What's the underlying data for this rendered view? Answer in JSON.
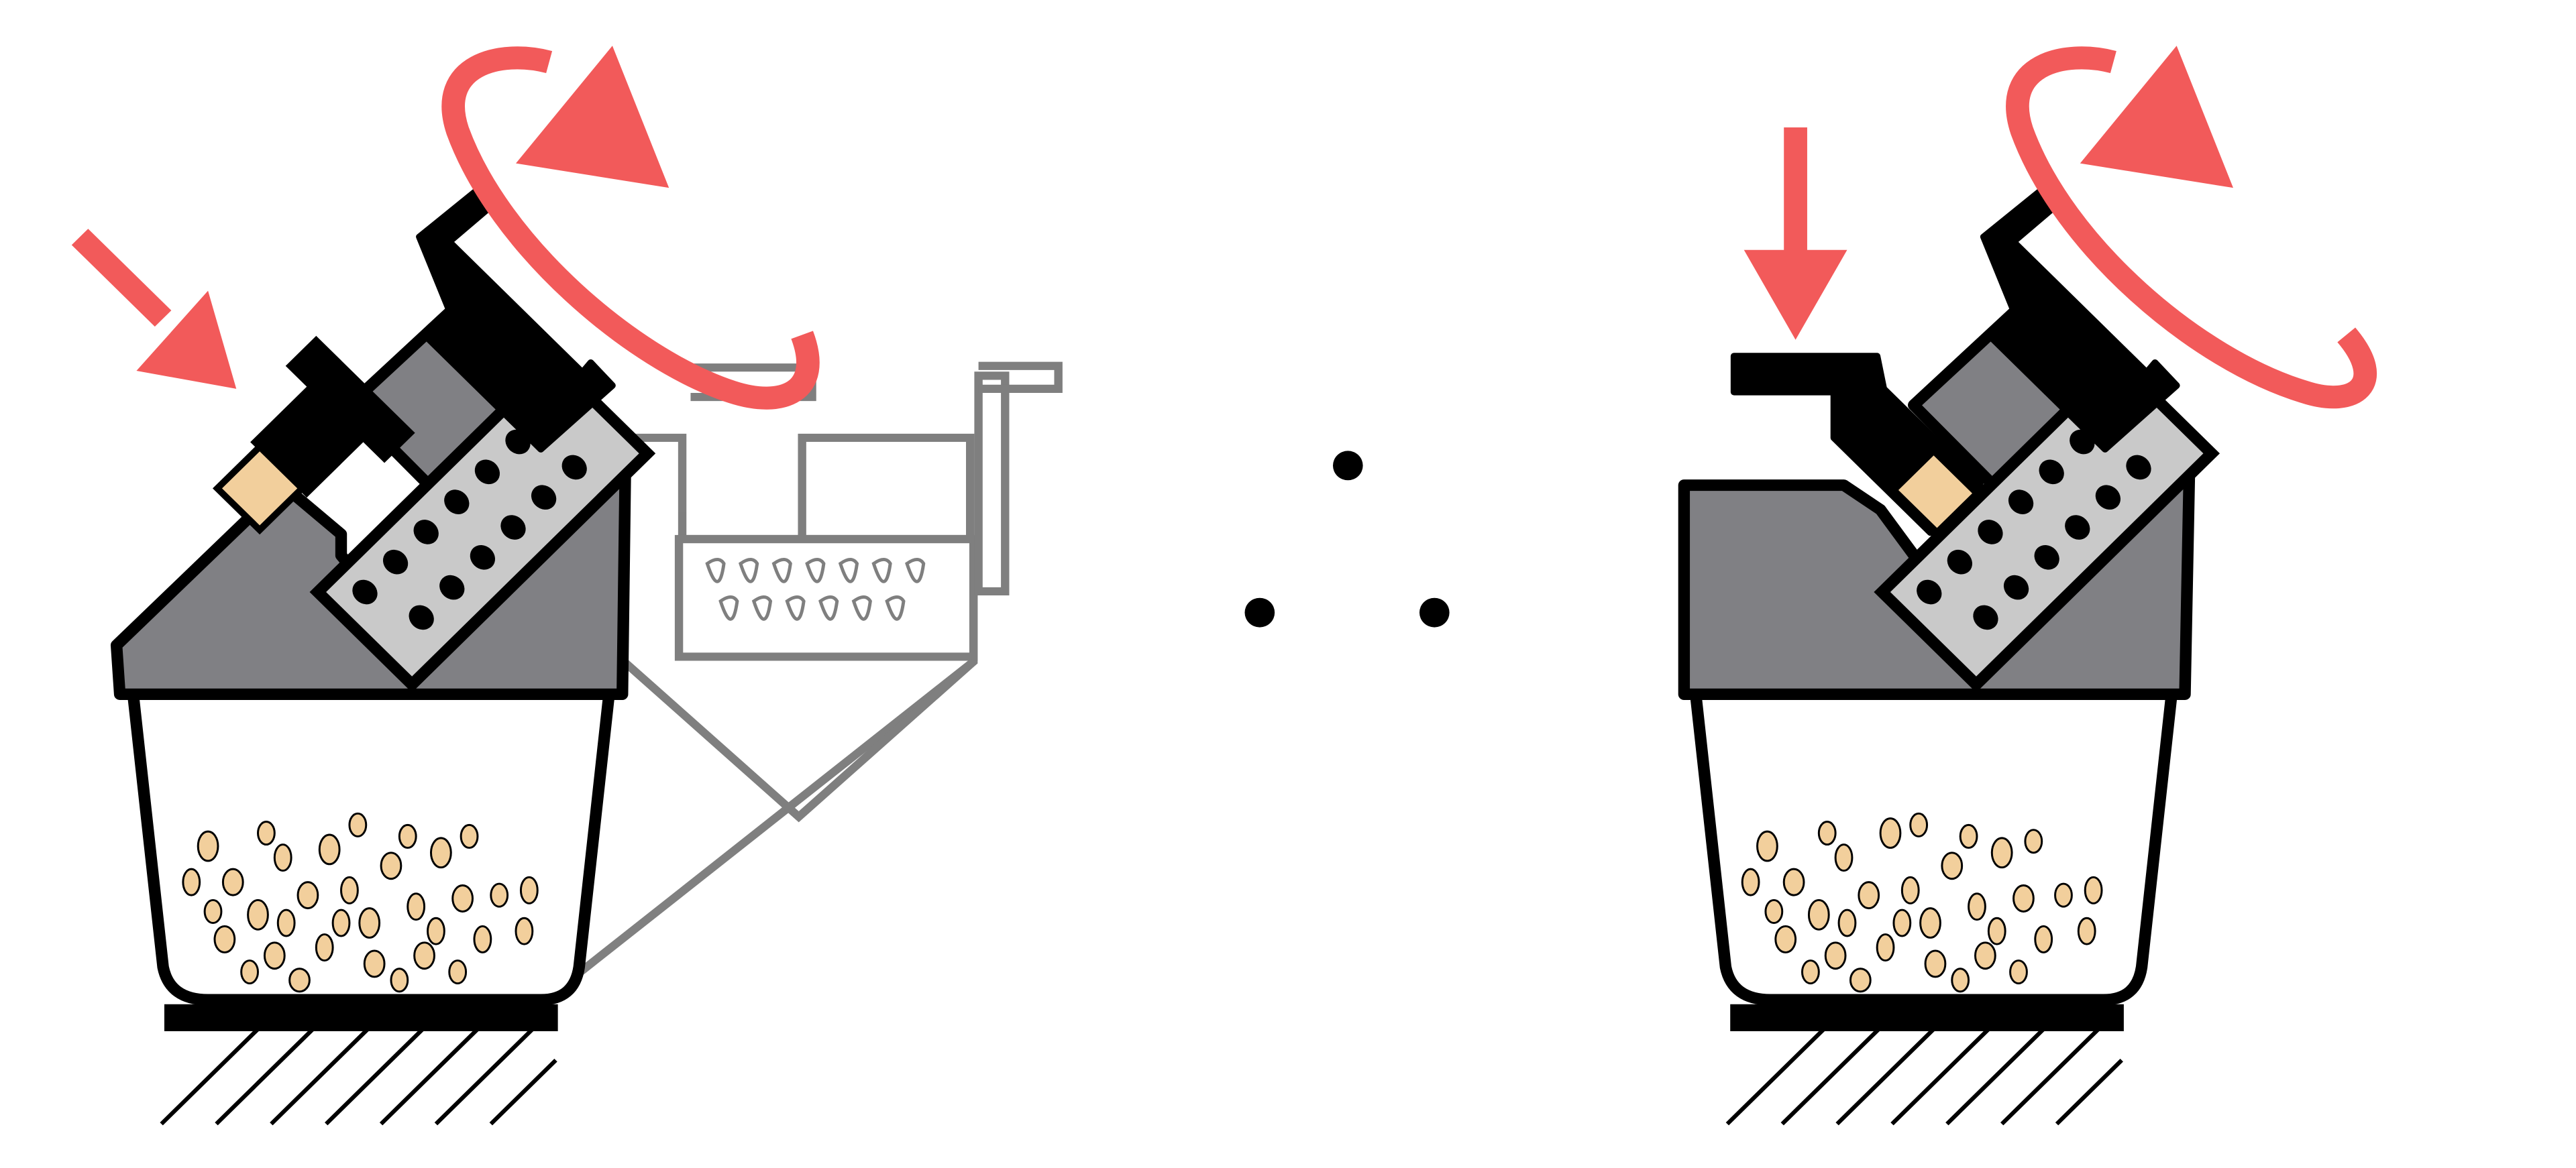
{
  "diagram": {
    "colors": {
      "background": "#ffffff",
      "outline": "#000000",
      "housing_gray": "#808084",
      "cartridge_light": "#c9c9c9",
      "plunger_black": "#000000",
      "piston_tan": "#f2cf9c",
      "arrow_red": "#f25a5a",
      "chip_tan": "#f2cf9c",
      "ghost_outline": "#555555"
    },
    "panels": [
      {
        "name": "initial-state",
        "pusher_arrow": "diagonal",
        "rotation_arrow": true,
        "ghost_positions": 1
      },
      {
        "name": "final-state",
        "pusher_arrow": "vertical",
        "rotation_arrow": true,
        "ghost_positions": 0
      }
    ],
    "separator": {
      "icon": "ellipsis-dots-icon",
      "dot_count": 3
    },
    "cartridge": {
      "rows": 2,
      "columns": 7
    }
  }
}
